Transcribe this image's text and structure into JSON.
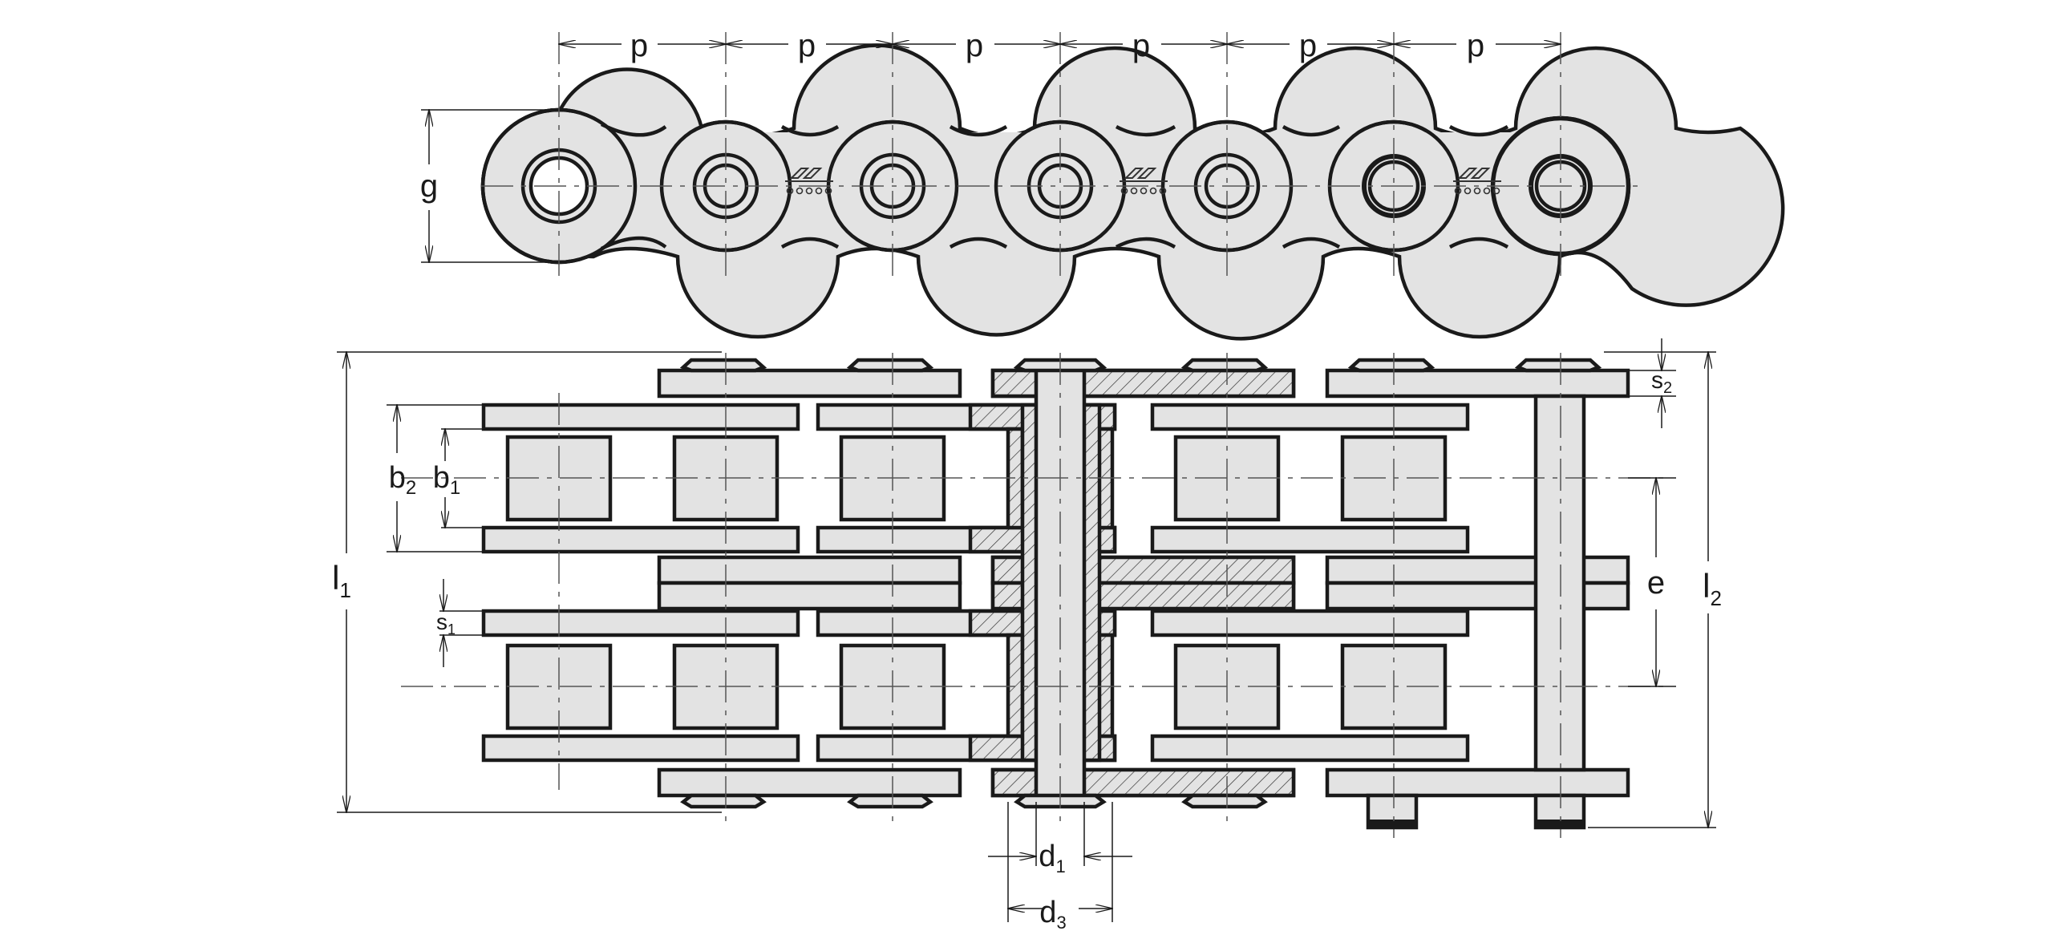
{
  "diagram": {
    "labels": {
      "pitch": "p",
      "plate_height": "g",
      "inner_width_between_plates": "b",
      "inner_width_sub": "1",
      "outer_width": "b",
      "outer_width_sub": "2",
      "inner_plate_thickness": "s",
      "inner_plate_thickness_sub": "1",
      "outer_plate_thickness": "s",
      "outer_plate_thickness_sub": "2",
      "overall_length_1": "l",
      "overall_length_1_sub": "1",
      "overall_length_2": "l",
      "overall_length_2_sub": "2",
      "strand_spacing": "e",
      "pin_diameter": "d",
      "pin_diameter_sub": "1",
      "bushing_diameter": "d",
      "bushing_diameter_sub": "3"
    },
    "colors": {
      "part_fill": "#e3e3e3",
      "outline": "#1a1a1a",
      "background": "#ffffff"
    },
    "logo_icon": "chain-maker-logo-icon"
  }
}
